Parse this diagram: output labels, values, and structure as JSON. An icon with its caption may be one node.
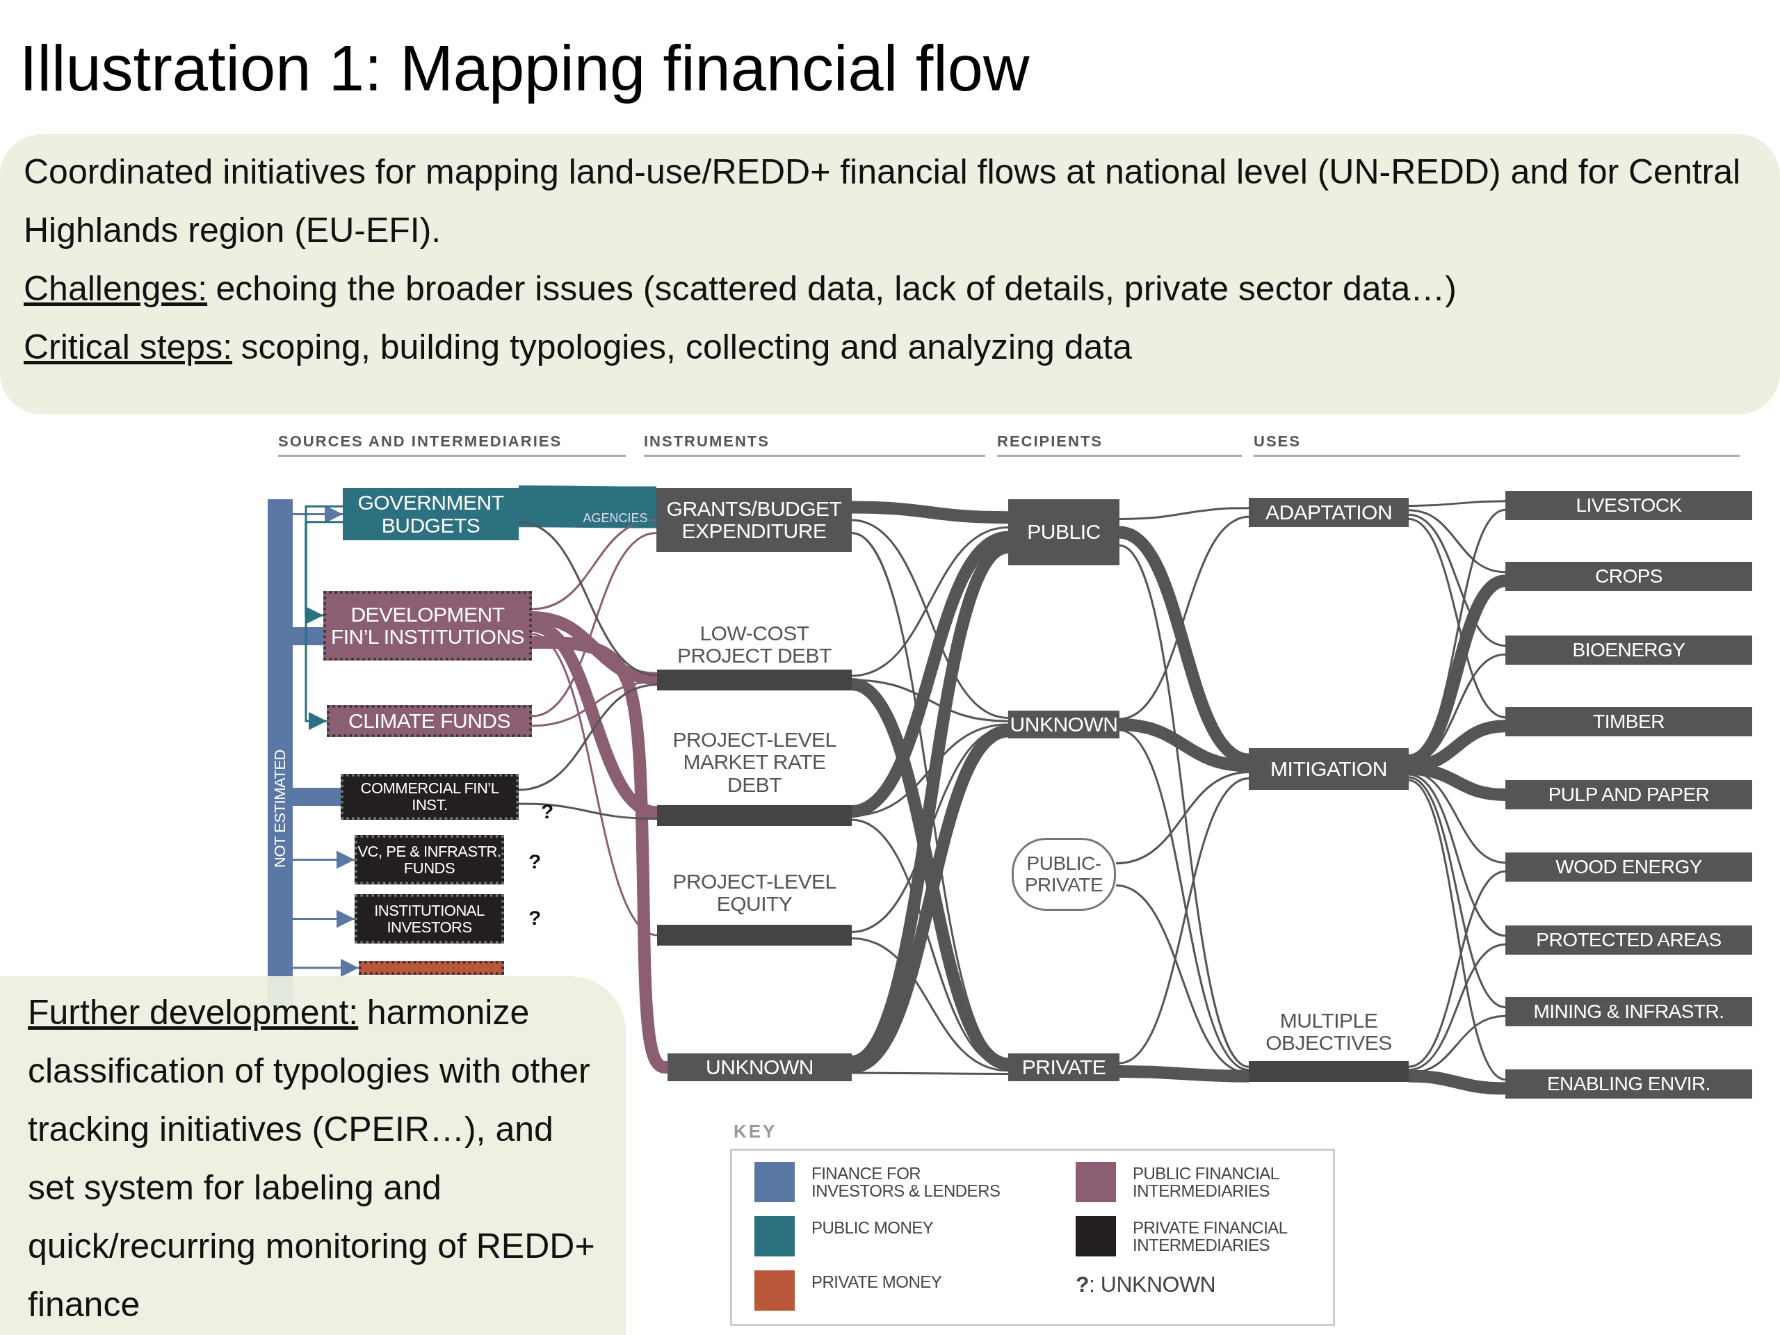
{
  "diagram": {
    "title": "Illustration 1: Mapping financial flow",
    "nodes": [
      {
        "text": [
          "Coordinated initiatives for mapping land-use/REDD+ financial flows at national level (UN-REDD) and for Central Highlands region (EU-EFI).",
          "Challenges:",
          "echoing the broader issues (scattered data, lack of details, private sector data…)",
          "Critical steps:",
          "scoping, building typologies, collecting and analyzing data"
        ]
      },
      {
        "text": [
          "GOVERNMENT BUDGETS"
        ]
      },
      {
        "text": [
          "DEVELOPMENT FIN’L INSTITUTIONS"
        ]
      },
      {
        "text": [
          "CLIMATE FUNDS"
        ]
      },
      {
        "text": [
          "COMMERCIAL FIN’L INST."
        ]
      },
      {
        "text": [
          "VC, PE & INFRASTR. FUNDS"
        ]
      },
      {
        "text": [
          "INSTITUTIONAL INVESTORS"
        ]
      },
      {
        "text": [],
        "shape": "box"
      },
      {
        "text": [
          "GRANTS/BUDGET EXPENDITURE"
        ]
      },
      {
        "text": [
          "LOW-COST PROJECT DEBT"
        ]
      },
      {
        "text": [
          "PROJECT-LEVEL MARKET RATE DEBT"
        ]
      },
      {
        "text": [
          "PROJECT-LEVEL EQUITY"
        ]
      },
      {
        "text": [
          "UNKNOWN"
        ]
      },
      {
        "text": [
          "PUBLIC"
        ]
      },
      {
        "text": [
          "UNKNOWN"
        ]
      },
      {
        "text": [
          "PUBLIC-PRIVATE"
        ]
      },
      {
        "text": [
          "PRIVATE"
        ]
      },
      {
        "text": [
          "ADAPTATION"
        ]
      },
      {
        "text": [
          "MITIGATION"
        ]
      },
      {
        "text": [
          "MULTIPLE OBJECTIVES"
        ]
      },
      {
        "text": [
          "LIVESTOCK"
        ]
      },
      {
        "text": [
          "CROPS"
        ]
      },
      {
        "text": [
          "BIOENERGY"
        ]
      },
      {
        "text": [
          "TIMBER"
        ]
      },
      {
        "text": [
          "PULP AND PAPER"
        ]
      },
      {
        "text": [
          "WOOD ENERGY"
        ]
      },
      {
        "text": [
          "PROTECTED AREAS"
        ]
      },
      {
        "text": [
          "MINING & INFRASTR."
        ]
      },
      {
        "text": [
          "ENABLING ENVIR."
        ]
      },
      {
        "text": [
          "NOT ESTIMATED"
        ]
      },
      {
        "text": [
          "Further development:",
          "harmonize classification of typologies with other tracking initiatives (CPEIR…), and set system for labeling and quick/recurring monitoring of REDD+ finance"
        ]
      }
    ],
    "edges": [
      {
        "from": 29,
        "to": 1,
        "arrow": "to",
        "color": "#5a78a3"
      },
      {
        "from": 29,
        "to": 2,
        "arrow": "none",
        "style": "thick",
        "color": "#5a78a3"
      },
      {
        "from": 29,
        "to": 4,
        "arrow": "none",
        "style": "thick",
        "color": "#5a78a3"
      },
      {
        "from": 29,
        "to": 5,
        "arrow": "to",
        "color": "#5a78a3"
      },
      {
        "from": 29,
        "to": 6,
        "arrow": "to",
        "color": "#5a78a3"
      },
      {
        "from": 29,
        "to": 7,
        "arrow": "to",
        "color": "#5a78a3"
      },
      {
        "from": 1,
        "to": 2,
        "arrow": "to",
        "color": "#2c717f"
      },
      {
        "from": 1,
        "to": 3,
        "arrow": "to",
        "color": "#2c717f"
      },
      {
        "from": 1,
        "to": 8,
        "arrow": "none",
        "style": "thick",
        "color": "#2c717f",
        "label": "AGENCIES"
      },
      {
        "from": 2,
        "to": 8,
        "arrow": "none",
        "color": "#8b5e73"
      },
      {
        "from": 3,
        "to": 8,
        "arrow": "none",
        "color": "#8b5e73"
      },
      {
        "from": 2,
        "to": 9,
        "arrow": "none",
        "style": "thick",
        "color": "#8b5e73"
      },
      {
        "from": 3,
        "to": 9,
        "arrow": "none",
        "color": "#8b5e73"
      },
      {
        "from": 2,
        "to": 10,
        "arrow": "none",
        "style": "thick",
        "color": "#8b5e73"
      },
      {
        "from": 2,
        "to": 11,
        "arrow": "none",
        "color": "#8b5e73"
      },
      {
        "from": 2,
        "to": 12,
        "arrow": "none",
        "style": "thick",
        "color": "#8b5e73"
      },
      {
        "from": 1,
        "to": 9,
        "arrow": "none"
      },
      {
        "from": 4,
        "to": 9,
        "arrow": "none"
      },
      {
        "from": 4,
        "to": 10,
        "arrow": "none"
      },
      {
        "from": 8,
        "to": 13,
        "arrow": "none",
        "style": "thick"
      },
      {
        "from": 8,
        "to": 14,
        "arrow": "none"
      },
      {
        "from": 8,
        "to": 16,
        "arrow": "none"
      },
      {
        "from": 9,
        "to": 13,
        "arrow": "none"
      },
      {
        "from": 9,
        "to": 14,
        "arrow": "none"
      },
      {
        "from": 9,
        "to": 16,
        "arrow": "none",
        "style": "thick"
      },
      {
        "from": 10,
        "to": 13,
        "arrow": "none",
        "style": "thick"
      },
      {
        "from": 10,
        "to": 14,
        "arrow": "none"
      },
      {
        "from": 10,
        "to": 16,
        "arrow": "none"
      },
      {
        "from": 11,
        "to": 14,
        "arrow": "none"
      },
      {
        "from": 11,
        "to": 16,
        "arrow": "none"
      },
      {
        "from": 12,
        "to": 13,
        "arrow": "none",
        "style": "thick"
      },
      {
        "from": 12,
        "to": 14,
        "arrow": "none",
        "style": "thick"
      },
      {
        "from": 12,
        "to": 16,
        "arrow": "none"
      },
      {
        "from": 13,
        "to": 17,
        "arrow": "none"
      },
      {
        "from": 13,
        "to": 18,
        "arrow": "none",
        "style": "thick"
      },
      {
        "from": 13,
        "to": 19,
        "arrow": "none"
      },
      {
        "from": 14,
        "to": 17,
        "arrow": "none"
      },
      {
        "from": 14,
        "to": 18,
        "arrow": "none",
        "style": "thick"
      },
      {
        "from": 14,
        "to": 19,
        "arrow": "none"
      },
      {
        "from": 15,
        "to": 18,
        "arrow": "none"
      },
      {
        "from": 15,
        "to": 19,
        "arrow": "none"
      },
      {
        "from": 16,
        "to": 18,
        "arrow": "none"
      },
      {
        "from": 16,
        "to": 19,
        "arrow": "none",
        "style": "thick"
      },
      {
        "from": 17,
        "to": 20,
        "arrow": "none"
      },
      {
        "from": 17,
        "to": 21,
        "arrow": "none"
      },
      {
        "from": 17,
        "to": 22,
        "arrow": "none"
      },
      {
        "from": 17,
        "to": 23,
        "arrow": "none"
      },
      {
        "from": 18,
        "to": 20,
        "arrow": "none"
      },
      {
        "from": 18,
        "to": 21,
        "arrow": "none",
        "style": "thick"
      },
      {
        "from": 18,
        "to": 22,
        "arrow": "none"
      },
      {
        "from": 18,
        "to": 23,
        "arrow": "none",
        "style": "thick"
      },
      {
        "from": 18,
        "to": 24,
        "arrow": "none",
        "style": "thick"
      },
      {
        "from": 18,
        "to": 25,
        "arrow": "none"
      },
      {
        "from": 18,
        "to": 26,
        "arrow": "none"
      },
      {
        "from": 18,
        "to": 27,
        "arrow": "none"
      },
      {
        "from": 18,
        "to": 28,
        "arrow": "none"
      },
      {
        "from": 19,
        "to": 25,
        "arrow": "none"
      },
      {
        "from": 19,
        "to": 26,
        "arrow": "none"
      },
      {
        "from": 19,
        "to": 27,
        "arrow": "none"
      },
      {
        "from": 19,
        "to": 28,
        "arrow": "none",
        "style": "thick"
      }
    ],
    "labels": [
      "SOURCES AND INTERMEDIARIES",
      "INSTRUMENTS",
      "RECIPIENTS",
      "USES",
      "?",
      "?",
      "?",
      "KEY"
    ],
    "legend": [
      {
        "text": "FINANCE FOR INVESTORS & LENDERS",
        "color": "#5a78a3"
      },
      {
        "text": "PUBLIC FINANCIAL INTERMEDIARIES",
        "color": "#8b5e73"
      },
      {
        "text": "PUBLIC MONEY",
        "color": "#2c717f"
      },
      {
        "text": "PRIVATE FINANCIAL INTERMEDIARIES",
        "color": "#231f20"
      },
      {
        "text": "PRIVATE MONEY",
        "color": "#b9573a"
      },
      {
        "text": "**?**: UNKNOWN"
      }
    ]
  }
}
